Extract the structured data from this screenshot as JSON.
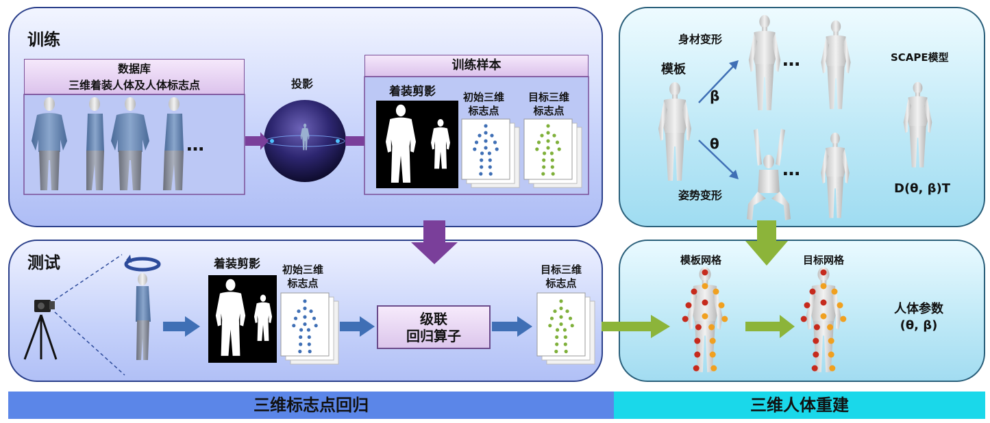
{
  "train": {
    "title": "训练",
    "database_line1": "数据库",
    "database_line2": "三维着装人体及人体标志点",
    "ellipsis": "…",
    "projection": "投影",
    "samples_header": "训练样本",
    "silhouette": "着装剪影",
    "initial_line1": "初始三维",
    "initial_line2": "标志点",
    "target_line1": "目标三维",
    "target_line2": "标志点"
  },
  "test": {
    "title": "测试",
    "silhouette": "着装剪影",
    "initial_line1": "初始三维",
    "initial_line2": "标志点",
    "cascade_line1": "级联",
    "cascade_line2": "回归算子",
    "target_line1": "目标三维",
    "target_line2": "标志点"
  },
  "scape": {
    "shape_deform": "身材变形",
    "template": "模板",
    "beta": "β",
    "theta": "θ",
    "pose_deform": "姿势变形",
    "model_title": "SCAPE模型",
    "formula": "D(θ, β)T",
    "ellipsis": "…"
  },
  "reconstruction": {
    "template_mesh": "模板网格",
    "target_mesh": "目标网格",
    "params_line1": "人体参数",
    "params_line2": "(θ, β)"
  },
  "bottom": {
    "left": "三维标志点回归",
    "right": "三维人体重建"
  },
  "colors": {
    "purple_arrow": "#7a3f9a",
    "blue_arrow": "#3f6fb5",
    "green_arrow": "#8cb43a",
    "bar_left": "#5b86e8",
    "bar_right": "#1ad8ea"
  },
  "icons": [
    "camera-icon",
    "tripod-icon",
    "rotate-icon",
    "sphere-icon",
    "human-figure-icon",
    "landmark-grid-icon",
    "mesh-figure-icon"
  ]
}
